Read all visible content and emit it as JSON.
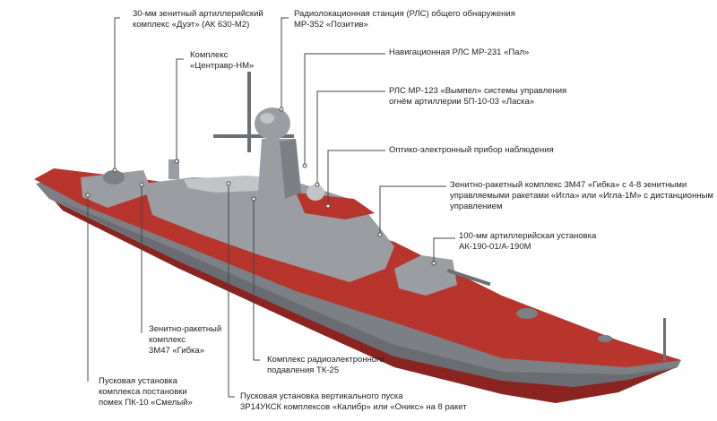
{
  "colors": {
    "hull": "#7c7f84",
    "hull_dark": "#5d6065",
    "deck": "#b8352e",
    "superstructure": "#9a9da1",
    "superstructure_light": "#c2c4c7",
    "bottom": "#8a2420",
    "leader": "#444444"
  },
  "labels": {
    "ak630": [
      "30-мм зенитный артиллерийский",
      "комплекс «Дуэт» (АК 630-М2)"
    ],
    "rls_pozitiv": [
      "Радиолокационная станция (РЛС) общего обнаружения",
      "МР-352 «Позитив»"
    ],
    "centavr": [
      "Комплекс",
      "«Центравр-НМ»"
    ],
    "pal": [
      "Навигационная РЛС МР-231 «Пал»"
    ],
    "vympel": [
      "РЛС МР-123 «Вымпел» системы управления",
      "огнём артиллерии 5П-10-03 «Ласка»"
    ],
    "optic": [
      "Оптико-электронный прибор наблюдения"
    ],
    "gibka_front": [
      "Зенитно-ракетный комплекс 3М47 «Гибка» с 4-8 зенитными",
      "управляемыми ракетами «Игла» или «Игла-1М» с дистанционным",
      "управлением"
    ],
    "ak190": [
      "100-мм артиллерийская установка",
      "АК-190-01/А-190М"
    ],
    "gibka_rear": [
      "Зенитно-ракетный",
      "комплекс",
      "3М47 «Гибка»"
    ],
    "pk10": [
      "Пусковая установка",
      "комплекса постановки",
      "помех ПК-10 «Смелый»"
    ],
    "tk25": [
      "Комплекс радиоэлектронного",
      "подавления ТК-25"
    ],
    "kalibr": [
      "Пусковая установка вертикального пуска",
      "3Р14УКСК комплексов «Калибр» или «Оникс» на 8 ракет"
    ]
  }
}
